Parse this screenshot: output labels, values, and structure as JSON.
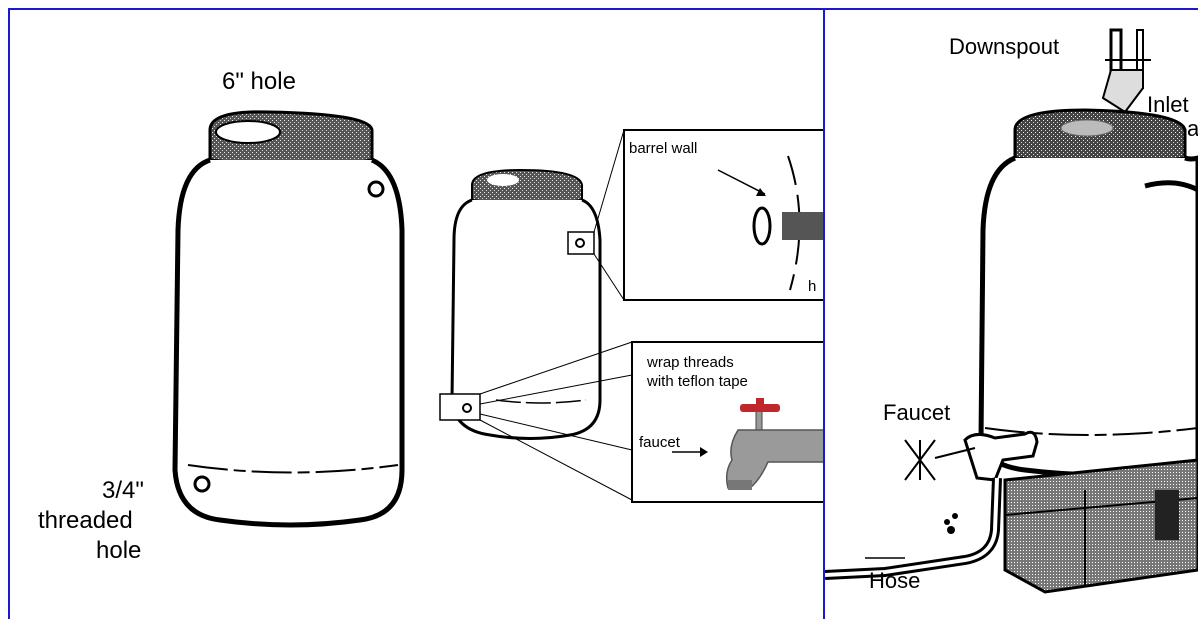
{
  "panel1": {
    "top_hole_label": "6\" hole",
    "threaded_hole_label_lines": [
      "3/4\"",
      "threaded",
      "hole"
    ]
  },
  "panel2": {
    "barrel_wall_label": "barrel wall",
    "cut_label": "h",
    "wrap_label_lines": [
      "wrap threads",
      "with teflon tape"
    ],
    "faucet_label": "faucet"
  },
  "panel3": {
    "downspout_label": "Downspout",
    "inlet_label": "Inlet",
    "inlet_label_cut": "a",
    "faucet_label": "Faucet",
    "hose_label": "Hose"
  },
  "colors": {
    "border": "#1a1acc",
    "faucet_handle": "#c0272d",
    "faucet_body": "#9a9a9a"
  }
}
